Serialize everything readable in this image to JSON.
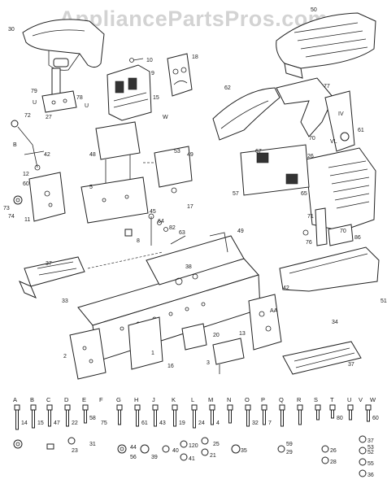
{
  "watermark": "AppliancePartsPros.com",
  "callouts": [
    {
      "id": "c30",
      "text": "30"
    },
    {
      "id": "c50",
      "text": "50"
    },
    {
      "id": "c10",
      "text": "10"
    },
    {
      "id": "c18",
      "text": "18"
    },
    {
      "id": "c9",
      "text": "9"
    },
    {
      "id": "c15",
      "text": "15"
    },
    {
      "id": "cW",
      "text": "W"
    },
    {
      "id": "c79",
      "text": "79"
    },
    {
      "id": "c78",
      "text": "78"
    },
    {
      "id": "c27",
      "text": "27"
    },
    {
      "id": "cUl",
      "text": "U"
    },
    {
      "id": "cUr",
      "text": "U"
    },
    {
      "id": "c72",
      "text": "72"
    },
    {
      "id": "c62",
      "text": "62"
    },
    {
      "id": "c77",
      "text": "77"
    },
    {
      "id": "cIV",
      "text": "IV"
    },
    {
      "id": "c70a",
      "text": "70"
    },
    {
      "id": "c61",
      "text": "61"
    },
    {
      "id": "cVL",
      "text": "VL"
    },
    {
      "id": "cB",
      "text": "B"
    },
    {
      "id": "c42a",
      "text": "42"
    },
    {
      "id": "c12",
      "text": "12"
    },
    {
      "id": "c60",
      "text": "60"
    },
    {
      "id": "c73",
      "text": "73"
    },
    {
      "id": "c74",
      "text": "74"
    },
    {
      "id": "c11",
      "text": "11"
    },
    {
      "id": "c48",
      "text": "48"
    },
    {
      "id": "c53",
      "text": "53"
    },
    {
      "id": "c49a",
      "text": "49"
    },
    {
      "id": "c5",
      "text": "5"
    },
    {
      "id": "c17",
      "text": "17"
    },
    {
      "id": "c67",
      "text": "67"
    },
    {
      "id": "c26",
      "text": "26"
    },
    {
      "id": "c65",
      "text": "65"
    },
    {
      "id": "c57",
      "text": "57"
    },
    {
      "id": "c71",
      "text": "71"
    },
    {
      "id": "c76",
      "text": "76"
    },
    {
      "id": "c70b",
      "text": "70"
    },
    {
      "id": "c86",
      "text": "86"
    },
    {
      "id": "c45",
      "text": "45"
    },
    {
      "id": "c64",
      "text": "64"
    },
    {
      "id": "c82",
      "text": "82"
    },
    {
      "id": "c63",
      "text": "63"
    },
    {
      "id": "c8",
      "text": "8"
    },
    {
      "id": "c49b",
      "text": "49"
    },
    {
      "id": "c37a",
      "text": "37"
    },
    {
      "id": "c33",
      "text": "33"
    },
    {
      "id": "c38",
      "text": "38"
    },
    {
      "id": "c42b",
      "text": "42"
    },
    {
      "id": "c51",
      "text": "51"
    },
    {
      "id": "cAA",
      "text": "AA"
    },
    {
      "id": "c13",
      "text": "13"
    },
    {
      "id": "c34",
      "text": "34"
    },
    {
      "id": "c37b",
      "text": "37"
    },
    {
      "id": "c2",
      "text": "2"
    },
    {
      "id": "c1",
      "text": "1"
    },
    {
      "id": "c16",
      "text": "16"
    },
    {
      "id": "c3",
      "text": "3"
    },
    {
      "id": "c20",
      "text": "20"
    }
  ],
  "hardware_letters": [
    "A",
    "B",
    "C",
    "D",
    "E",
    "F",
    "G",
    "H",
    "J",
    "K",
    "L",
    "M",
    "N",
    "O",
    "P",
    "Q",
    "R",
    "S",
    "T",
    "U",
    "V",
    "W"
  ],
  "hardware_numbers": [
    "14",
    "15",
    "47",
    "22",
    "58",
    "75",
    "61",
    "43",
    "19",
    "24",
    "4",
    "32",
    "7",
    "80",
    "60",
    "23",
    "31",
    "25",
    "56",
    "39",
    "44",
    "40",
    "41",
    "120",
    "59",
    "21",
    "35",
    "29",
    "26",
    "28",
    "37",
    "53",
    "52",
    "55",
    "36"
  ]
}
